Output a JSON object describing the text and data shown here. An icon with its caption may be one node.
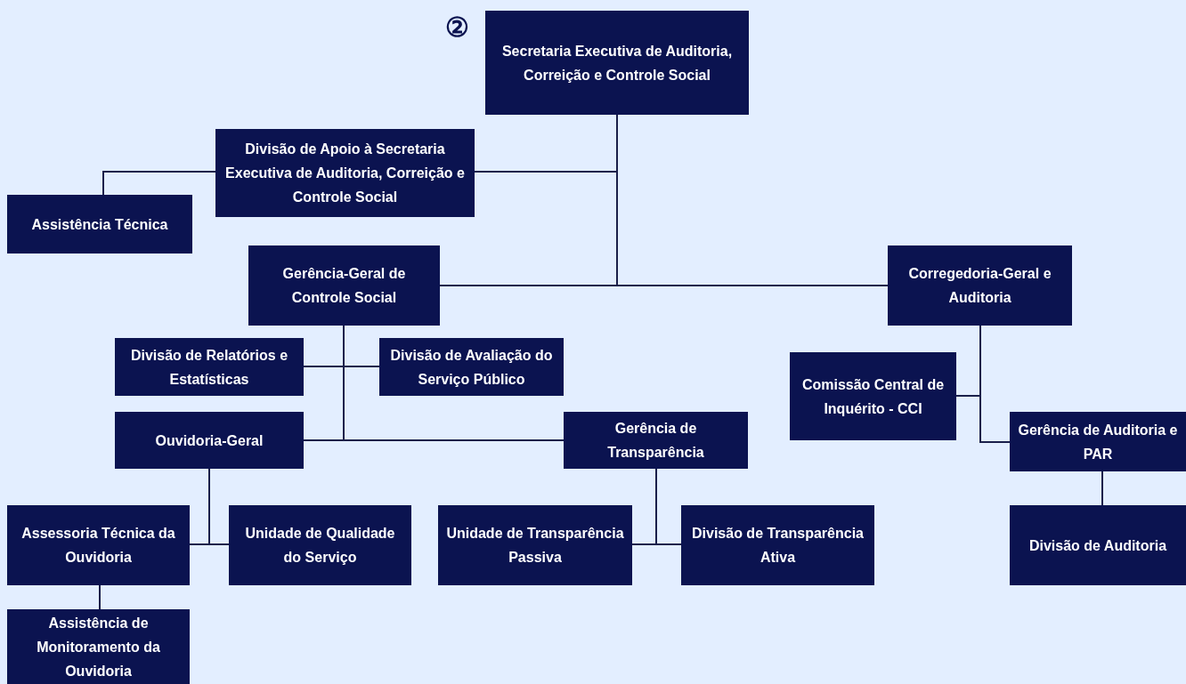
{
  "diagram": {
    "nodes": [
      {
        "text": [
          "Secretaria Executiva de Auditoria, Correição e Controle Social"
        ]
      },
      {
        "text": [
          "Divisão de Apoio à Secretaria Executiva de Auditoria, Correição e Controle Social"
        ]
      },
      {
        "text": [
          "Assistência Técnica"
        ]
      },
      {
        "text": [
          "Gerência-Geral de Controle Social"
        ]
      },
      {
        "text": [
          "Corregedoria-Geral e Auditoria"
        ]
      },
      {
        "text": [
          "Divisão de Relatórios e Estatísticas"
        ]
      },
      {
        "text": [
          "Divisão de Avaliação do Serviço Público"
        ]
      },
      {
        "text": [
          "Ouvidoria-Geral"
        ]
      },
      {
        "text": [
          "Gerência de Transparência"
        ]
      },
      {
        "text": [
          "Comissão Central de Inquérito - CCI"
        ]
      },
      {
        "text": [
          "Gerência de Auditoria e PAR"
        ]
      },
      {
        "text": [
          "Assessoria Técnica da Ouvidoria"
        ]
      },
      {
        "text": [
          "Unidade de Qualidade do Serviço"
        ]
      },
      {
        "text": [
          "Unidade de Transparência Passiva"
        ]
      },
      {
        "text": [
          "Divisão de Transparência Ativa"
        ]
      },
      {
        "text": [
          "Divisão de Auditoria"
        ]
      },
      {
        "text": [
          "Assistência de Monitoramento da Ouvidoria"
        ]
      }
    ],
    "edges": [
      {
        "from": 0,
        "to": 1,
        "arrow": "none"
      },
      {
        "from": 1,
        "to": 2,
        "arrow": "none"
      },
      {
        "from": 0,
        "to": 3,
        "arrow": "none"
      },
      {
        "from": 0,
        "to": 4,
        "arrow": "none"
      },
      {
        "from": 3,
        "to": 5,
        "arrow": "none"
      },
      {
        "from": 3,
        "to": 6,
        "arrow": "none"
      },
      {
        "from": 3,
        "to": 7,
        "arrow": "none"
      },
      {
        "from": 3,
        "to": 8,
        "arrow": "none"
      },
      {
        "from": 4,
        "to": 9,
        "arrow": "none"
      },
      {
        "from": 4,
        "to": 10,
        "arrow": "none"
      },
      {
        "from": 10,
        "to": 15,
        "arrow": "none"
      },
      {
        "from": 7,
        "to": 11,
        "arrow": "none"
      },
      {
        "from": 7,
        "to": 12,
        "arrow": "none"
      },
      {
        "from": 8,
        "to": 13,
        "arrow": "none"
      },
      {
        "from": 8,
        "to": 14,
        "arrow": "none"
      },
      {
        "from": 11,
        "to": 16,
        "arrow": "none"
      }
    ],
    "labels": [
      "②"
    ]
  }
}
